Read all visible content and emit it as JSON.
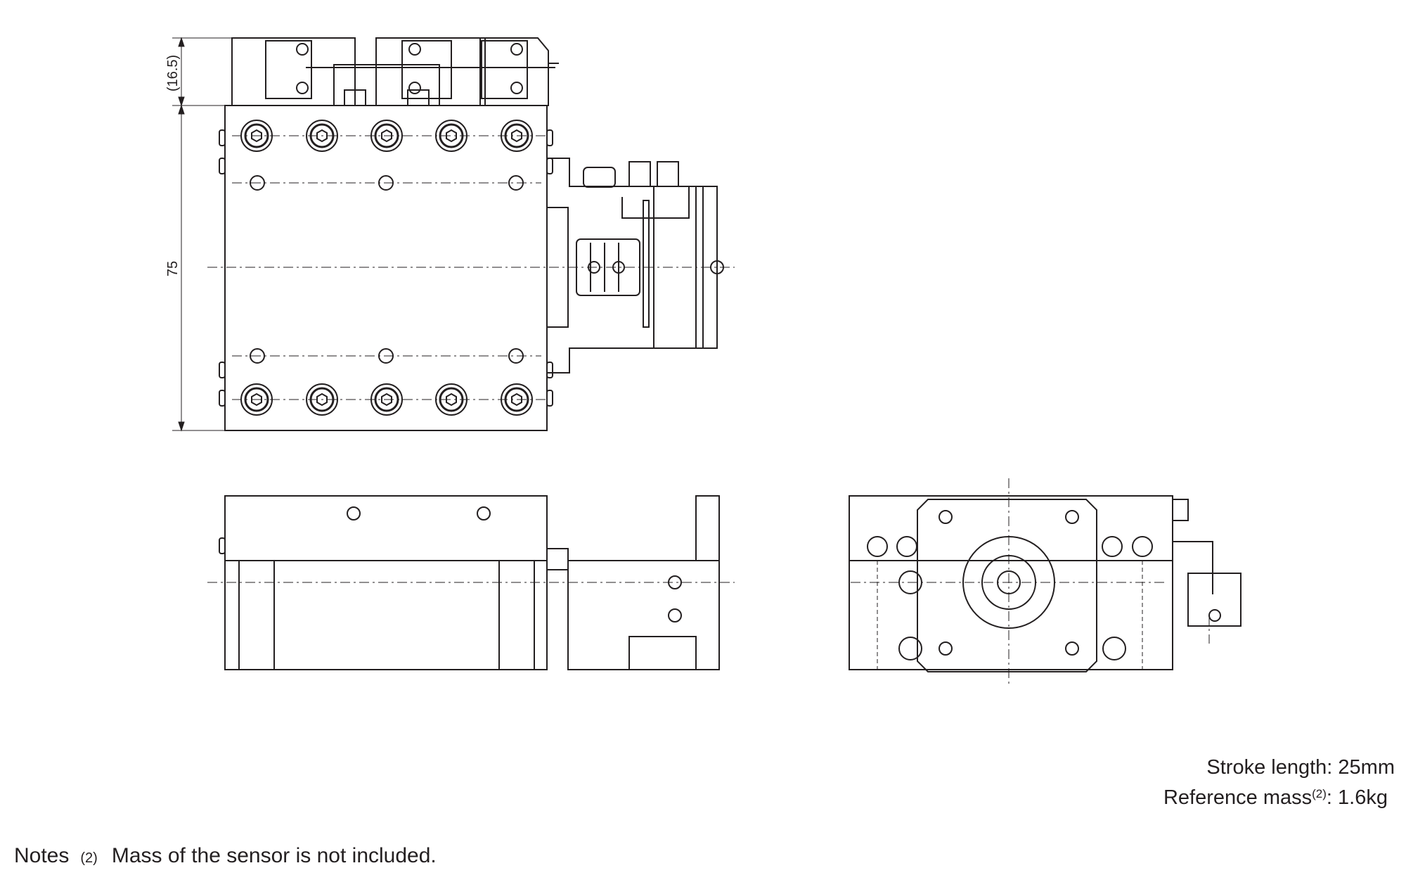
{
  "dimensions": {
    "top_offset": "(16.5)",
    "height": "75"
  },
  "specs": {
    "stroke_label": "Stroke length",
    "stroke_value": "25mm",
    "mass_label": "Reference mass",
    "mass_note_ref": "(2)",
    "mass_value": "1.6kg"
  },
  "notes": {
    "title": "Notes",
    "ref": "(2)",
    "text": "Mass of the sensor is not included."
  },
  "colors": {
    "line": "#231f20",
    "background": "#ffffff"
  }
}
